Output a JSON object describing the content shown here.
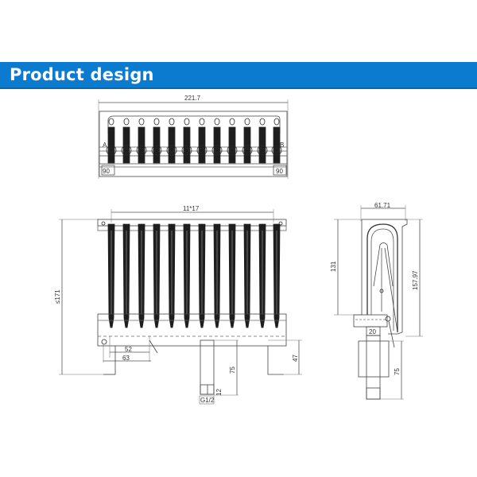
{
  "header": {
    "title": "Product design",
    "banner_color": "#0a7bcf"
  },
  "views": {
    "top_view": {
      "overall_width": "221.7",
      "corner_labels": [
        "A",
        "B"
      ],
      "corner_dims": [
        "90",
        "90"
      ],
      "tube_count": 12
    },
    "front_view": {
      "pitch_label": "11*17",
      "height_label": "≤171",
      "bracket_inner": "52",
      "bracket_outer": "63",
      "inlet_length": "75",
      "thread_length": "12",
      "thread_size": "G1/2",
      "foot_height": "47",
      "tube_count": 12
    },
    "side_view": {
      "width_label": "61.71",
      "inner_height": "131",
      "total_height": "157.97",
      "nozzle_width": "20",
      "stem_length": "75"
    }
  },
  "colors": {
    "line": "#2a2a2a",
    "light_line": "#8a8a8a",
    "fill_dark": "#1e1e1e",
    "background": "#ffffff"
  }
}
